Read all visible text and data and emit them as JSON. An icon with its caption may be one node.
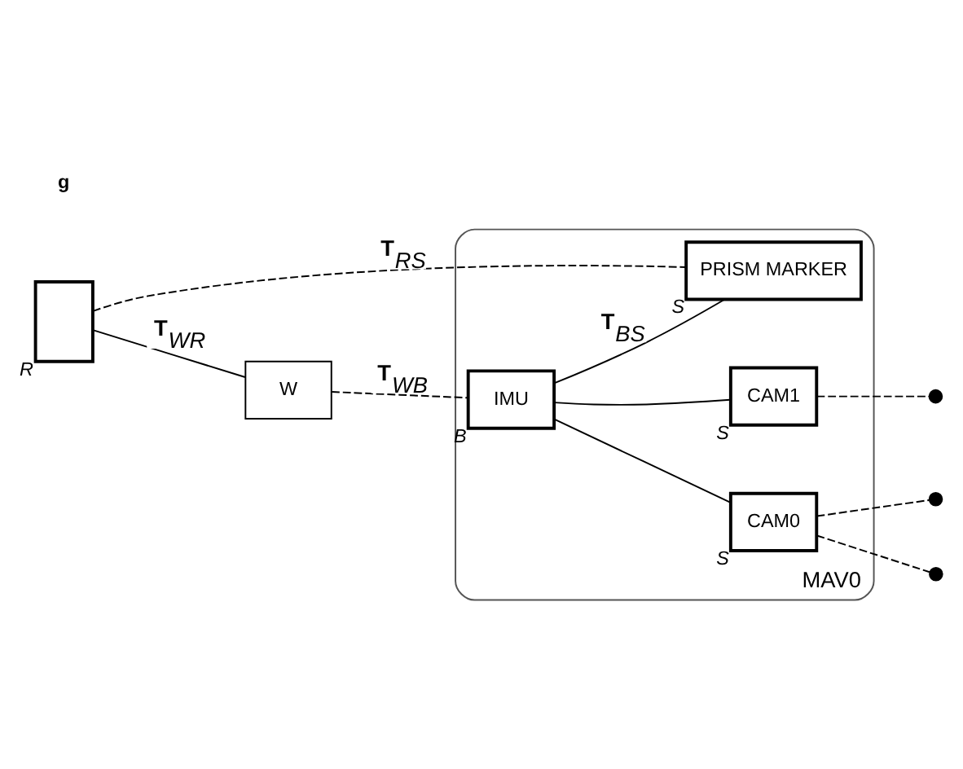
{
  "diagram": {
    "nodes": [
      {
        "text": [
          "MAV0"
        ]
      },
      {
        "text": [
          "PRISM MARKER"
        ],
        "beside": [
          "S"
        ],
        "in": 0
      },
      {
        "text": [
          "IMU"
        ],
        "beside": [
          "B"
        ],
        "in": 0
      },
      {
        "text": [
          "CAM1"
        ],
        "beside": [
          "S"
        ],
        "in": 0
      },
      {
        "text": [
          "CAM0"
        ],
        "beside": [
          "S"
        ],
        "in": 0
      },
      {
        "text": [],
        "shape": "box",
        "beside": [
          "R"
        ]
      },
      {
        "text": [
          "W"
        ]
      }
    ],
    "edges": [
      {
        "from": 2,
        "to": 1,
        "arrow": "none",
        "label": "**T**$_{BS}$"
      },
      {
        "from": 2,
        "to": 3,
        "arrow": "none"
      },
      {
        "from": 2,
        "to": 4,
        "arrow": "none"
      },
      {
        "from": 5,
        "to": 1,
        "arrow": "none",
        "style": "dashed",
        "label": "**T**$_{RS}$"
      },
      {
        "from": 5,
        "to": 6,
        "arrow": "none",
        "label": "**T**$_{WR}$"
      },
      {
        "from": 6,
        "to": 2,
        "arrow": "none",
        "style": "dashed",
        "label": "**T**$_{WB}$"
      },
      {
        "from": 3,
        "to": null,
        "arrow": "other",
        "style": "dashed"
      },
      {
        "from": 4,
        "to": null,
        "arrow": "other",
        "style": "dashed"
      },
      {
        "from": 4,
        "to": null,
        "arrow": "other",
        "style": "dashed"
      }
    ],
    "labels": [
      "g"
    ]
  }
}
